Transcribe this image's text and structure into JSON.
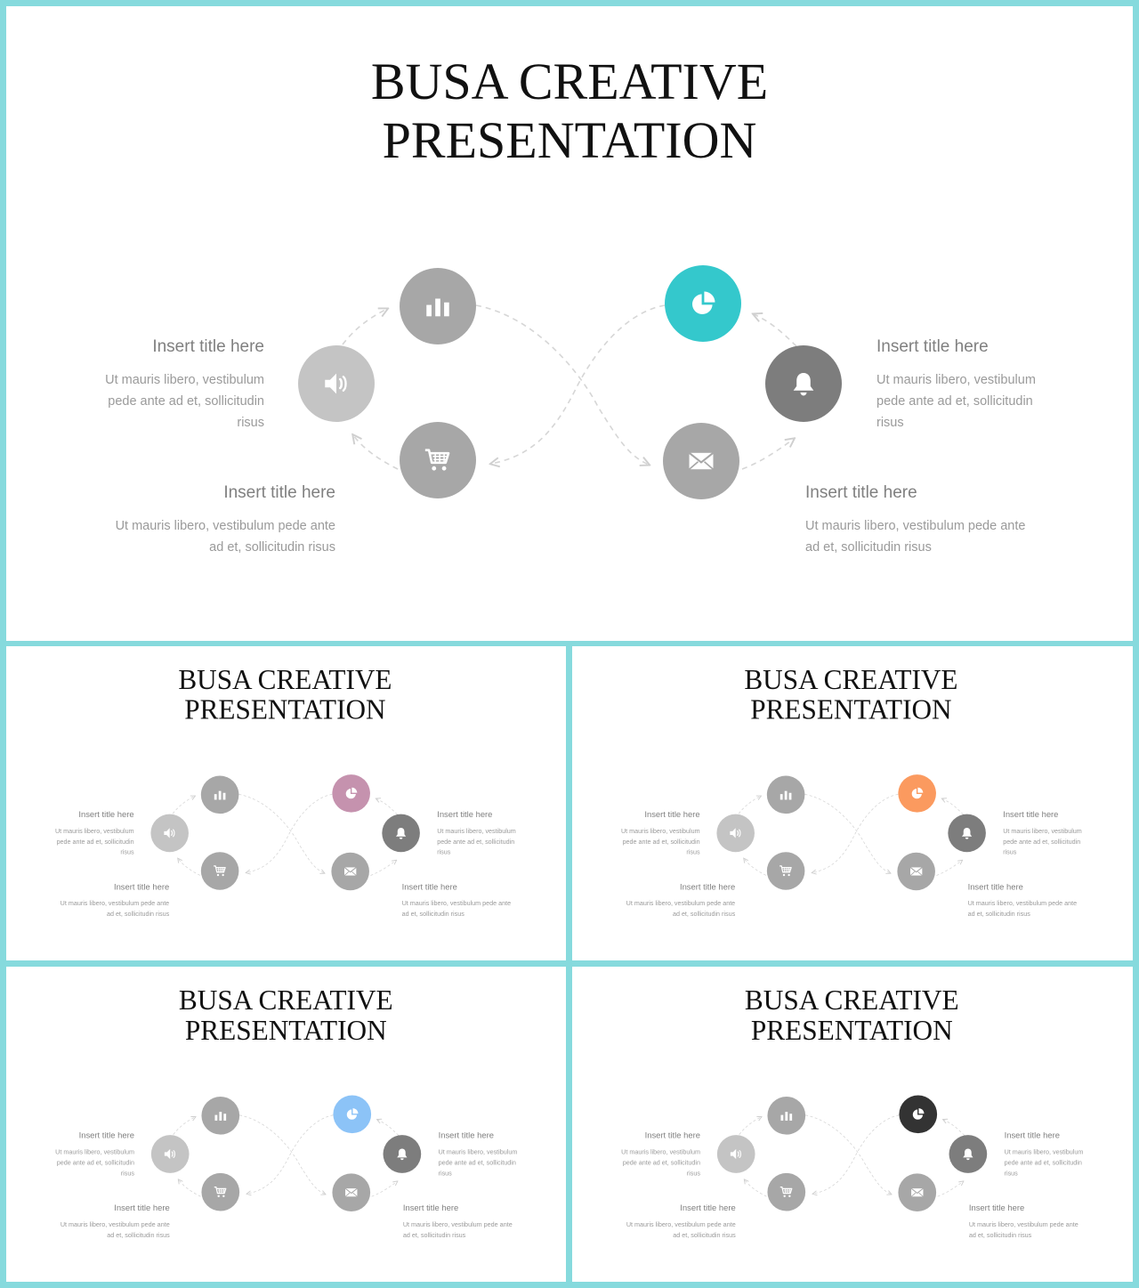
{
  "slides": [
    {
      "id": "slide-main",
      "title_line1": "BUSA CREATIVE",
      "title_line2": "PRESENTATION",
      "accent": "#34c8cc",
      "blocks": [
        {
          "title": "Insert title here",
          "body": "Ut mauris libero, vestibulum pede ante ad et, sollicitudin risus"
        },
        {
          "title": "Insert title here",
          "body": "Ut mauris libero, vestibulum pede ante ad et, sollicitudin risus"
        },
        {
          "title": "Insert title here",
          "body": "Ut mauris libero, vestibulum pede ante ad et, sollicitudin risus"
        },
        {
          "title": "Insert title here",
          "body": "Ut mauris libero, vestibulum pede ante ad et, sollicitudin risus"
        }
      ]
    },
    {
      "id": "slide-1",
      "title_line1": "BUSA CREATIVE",
      "title_line2": "PRESENTATION",
      "accent": "#c592ae",
      "blocks": [
        {
          "title": "Insert title here",
          "body": "Ut mauris libero, vestibulum pede ante ad et, sollicitudin risus"
        },
        {
          "title": "Insert title here",
          "body": "Ut mauris libero, vestibulum pede ante ad et, sollicitudin risus"
        },
        {
          "title": "Insert title here",
          "body": "Ut mauris libero, vestibulum pede ante ad et, sollicitudin risus"
        },
        {
          "title": "Insert title here",
          "body": "Ut mauris libero, vestibulum pede ante ad et, sollicitudin risus"
        }
      ]
    },
    {
      "id": "slide-2",
      "title_line1": "BUSA CREATIVE",
      "title_line2": "PRESENTATION",
      "accent": "#fb9a5f",
      "blocks": [
        {
          "title": "Insert title here",
          "body": "Ut mauris libero, vestibulum pede ante ad et, sollicitudin risus"
        },
        {
          "title": "Insert title here",
          "body": "Ut mauris libero, vestibulum pede ante ad et, sollicitudin risus"
        },
        {
          "title": "Insert title here",
          "body": "Ut mauris libero, vestibulum pede ante ad et, sollicitudin risus"
        },
        {
          "title": "Insert title here",
          "body": "Ut mauris libero, vestibulum pede ante ad et, sollicitudin risus"
        }
      ]
    },
    {
      "id": "slide-3",
      "title_line1": "BUSA CREATIVE",
      "title_line2": "PRESENTATION",
      "accent": "#8cc3f7",
      "blocks": [
        {
          "title": "Insert title here",
          "body": "Ut mauris libero, vestibulum pede ante ad et, sollicitudin risus"
        },
        {
          "title": "Insert title here",
          "body": "Ut mauris libero, vestibulum pede ante ad et, sollicitudin risus"
        },
        {
          "title": "Insert title here",
          "body": "Ut mauris libero, vestibulum pede ante ad et, sollicitudin risus"
        },
        {
          "title": "Insert title here",
          "body": "Ut mauris libero, vestibulum pede ante ad et, sollicitudin risus"
        }
      ]
    },
    {
      "id": "slide-4",
      "title_line1": "BUSA CREATIVE",
      "title_line2": "PRESENTATION",
      "accent": "#333333",
      "blocks": [
        {
          "title": "Insert title here",
          "body": "Ut mauris libero, vestibulum pede ante ad et, sollicitudin risus"
        },
        {
          "title": "Insert title here",
          "body": "Ut mauris libero, vestibulum pede ante ad et, sollicitudin risus"
        },
        {
          "title": "Insert title here",
          "body": "Ut mauris libero, vestibulum pede ante ad et, sollicitudin risus"
        },
        {
          "title": "Insert title here",
          "body": "Ut mauris libero, vestibulum pede ante ad et, sollicitudin risus"
        }
      ]
    }
  ],
  "node_colors": {
    "chart": "#a7a7a7",
    "speaker": "#c4c4c4",
    "cart": "#a7a7a7",
    "mail": "#a7a7a7",
    "bell": "#7d7d7d"
  },
  "icons": [
    "bar-chart-icon",
    "speaker-icon",
    "cart-icon",
    "pie-chart-icon",
    "bell-icon",
    "mail-icon"
  ]
}
